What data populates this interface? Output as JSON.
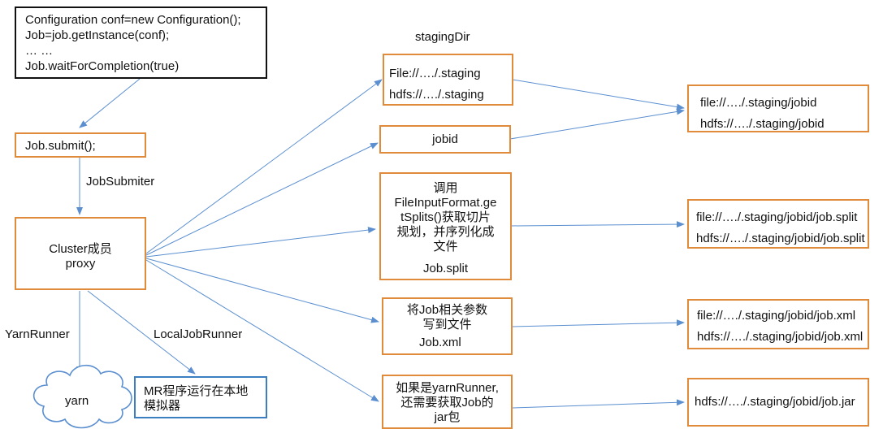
{
  "code_box": {
    "lines": [
      "Configuration conf=new Configuration();",
      "Job=job.getInstance(conf);",
      "… …",
      "Job.waitForCompletion(true)"
    ]
  },
  "submit_box": {
    "label": "Job.submit();"
  },
  "job_submitter_label": "JobSubmiter",
  "cluster_box": {
    "line1": "Cluster成员",
    "line2": "proxy"
  },
  "yarn_runner_label": "YarnRunner",
  "local_runner_label": "LocalJobRunner",
  "yarn_cloud_label": "yarn",
  "local_box": {
    "line1": "MR程序运行在本地",
    "line2": "模拟器"
  },
  "staging_dir_label": "stagingDir",
  "staging_box": {
    "line1": "File://…./.staging",
    "line2": "hdfs://…./.staging"
  },
  "jobid_box": {
    "label": "jobid"
  },
  "split_box": {
    "line1": "调用",
    "line2": "FileInputFormat.ge",
    "line3": "tSplits()获取切片",
    "line4": "规划，并序列化成",
    "line5": "文件",
    "line6": "Job.split"
  },
  "xml_box": {
    "line1": "将Job相关参数",
    "line2": "写到文件",
    "line3": "Job.xml"
  },
  "jar_box": {
    "line1": "如果是yarnRunner,",
    "line2": "还需要获取Job的",
    "line3": "jar包"
  },
  "out_jobid_box": {
    "line1": "file://…./.staging/jobid",
    "line2": "hdfs://…./.staging/jobid"
  },
  "out_split_box": {
    "line1": "file://…./.staging/jobid/job.split",
    "line2": "hdfs://…./.staging/jobid/job.split"
  },
  "out_xml_box": {
    "line1": "file://…./.staging/jobid/job.xml",
    "line2": "hdfs://…./.staging/jobid/job.xml"
  },
  "out_jar_box": {
    "line1": "hdfs://…./.staging/jobid/job.jar"
  },
  "colors": {
    "arrow": "#5b8fd0",
    "box_border": "#e08a3c",
    "local_border": "#3c7fc0"
  }
}
